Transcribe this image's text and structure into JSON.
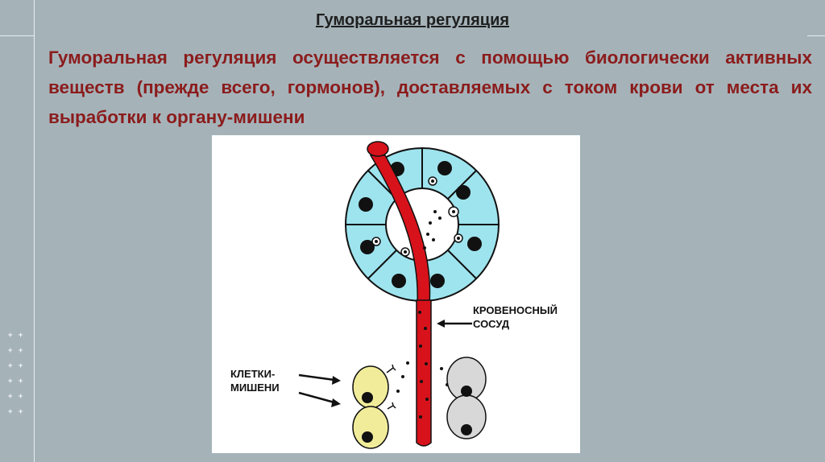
{
  "slide": {
    "title": "Гуморальная регуляция",
    "body": "Гуморальная регуляция осуществляется с помощью биологически активных веществ (прежде всего, гормонов), доставляемых с током крови от места их выработки к органу-мишени"
  },
  "figure": {
    "vessel_label_line1": "КРОВЕНОСНЫЙ",
    "vessel_label_line2": "СОСУД",
    "target_label_line1": "КЛЕТКИ-",
    "target_label_line2": "МИШЕНИ"
  },
  "colors": {
    "background": "#a5b3b9",
    "body_text": "#8b1c1c",
    "vessel": "#d8121b",
    "gland_cells": "#9ee4ee",
    "target_cells": "#f1ec9a",
    "other_cells": "#d8d8d8"
  },
  "decoration": {
    "plus_marks": "+ +\n+ +\n+ +\n+ +\n+ +\n+ +"
  }
}
